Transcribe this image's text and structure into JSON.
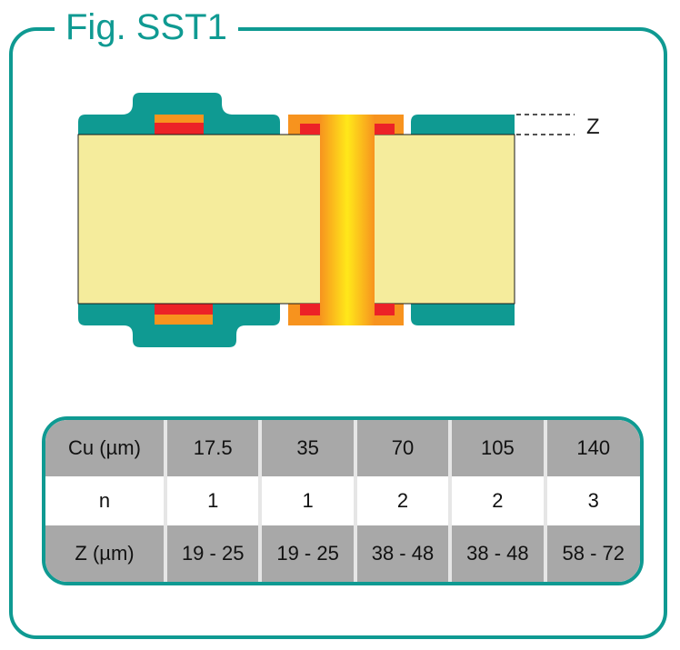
{
  "figure": {
    "title": "Fig. SST1",
    "z_label": "Z"
  },
  "colors": {
    "frame": "#0f9a92",
    "soldermask": "#0f9a92",
    "core": "#f5ec9c",
    "copper_orange": "#f7931e",
    "copper_red": "#ec2227",
    "via_gradient": [
      "#f7931e",
      "#ffe81a",
      "#f7931e"
    ],
    "table_grey": "#a8a8a8"
  },
  "table": {
    "rows": [
      {
        "label": "Cu (µm)",
        "values": [
          "17.5",
          "35",
          "70",
          "105",
          "140"
        ]
      },
      {
        "label": "n",
        "values": [
          "1",
          "1",
          "2",
          "2",
          "3"
        ]
      },
      {
        "label": "Z (µm)",
        "values": [
          "19 - 25",
          "19 - 25",
          "38 - 48",
          "38 - 48",
          "58 - 72"
        ]
      }
    ]
  }
}
